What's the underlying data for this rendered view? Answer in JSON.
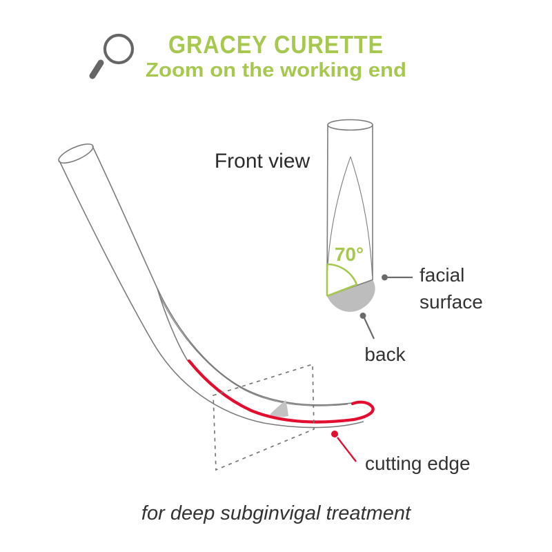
{
  "header": {
    "title": "GRACEY CURETTE",
    "subtitle": "Zoom on the working end",
    "icon": "magnifier-icon"
  },
  "front_view": {
    "label": "Front view",
    "angle_label": "70°"
  },
  "labels": {
    "facial_line1": "facial",
    "facial_line2": "surface",
    "back": "back",
    "cutting_edge": "cutting edge"
  },
  "footer": {
    "caption": "for deep subginvigal treatment"
  },
  "colors": {
    "green": "#a6c84e",
    "red": "#e30d2f",
    "line_gray": "#7b7b7b",
    "fill_gray": "#bdbdbd",
    "leader_gray": "#6a6a6a",
    "text_dark": "#333333"
  }
}
